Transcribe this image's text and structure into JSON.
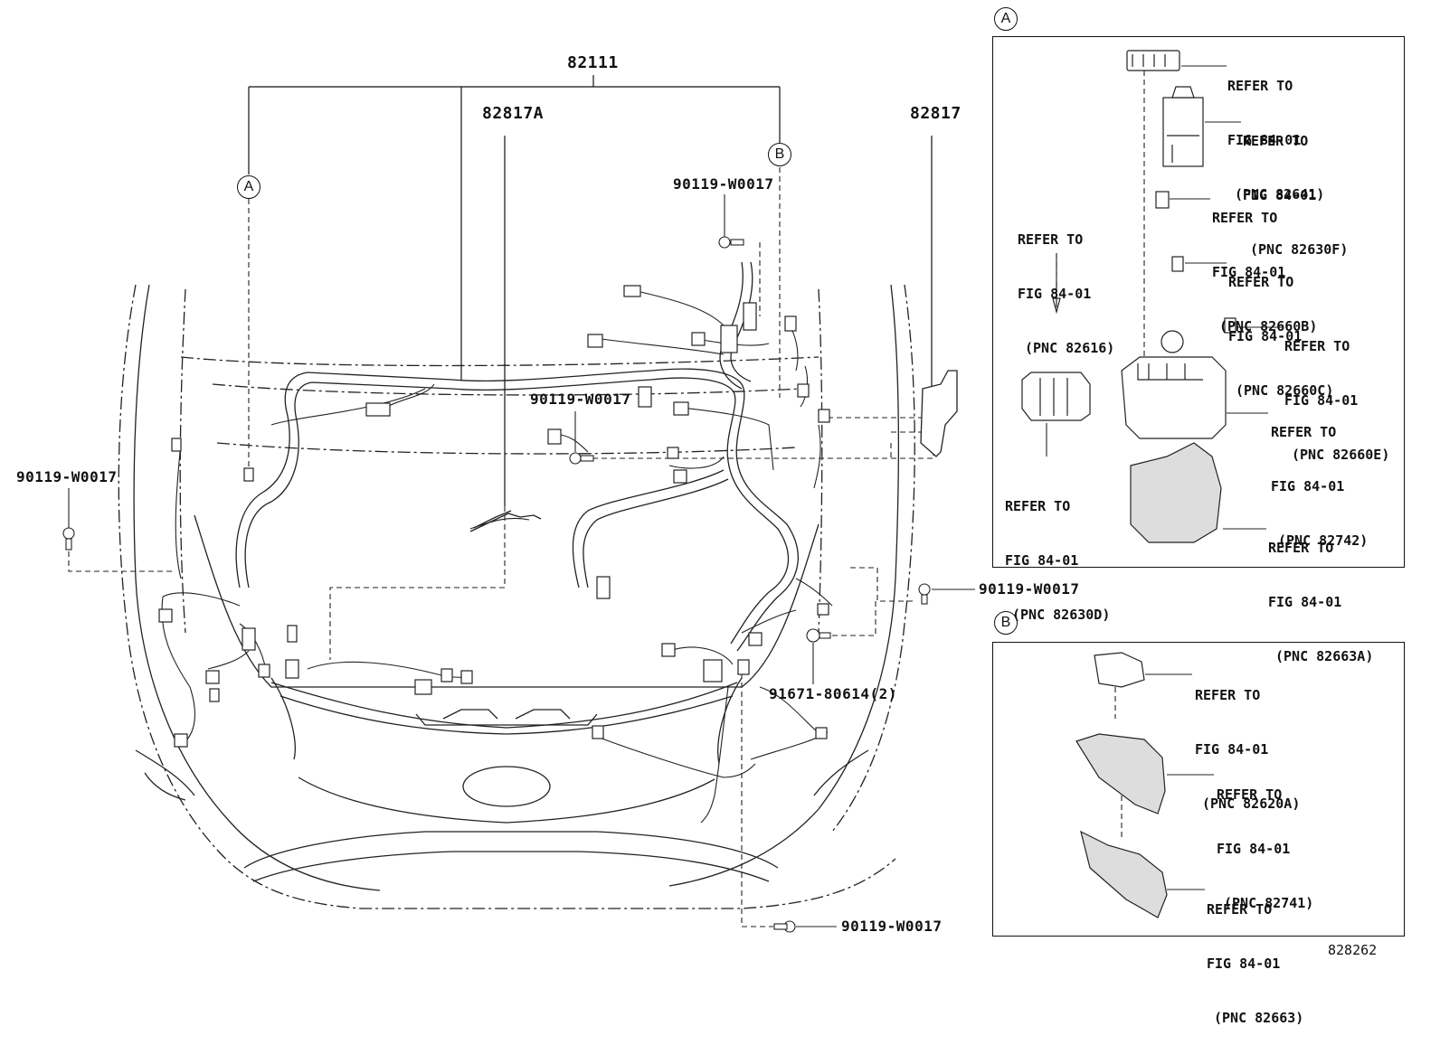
{
  "diagram": {
    "main_part": "82111",
    "harness_left": "82817A",
    "harness_right": "82817",
    "marker_a": "A",
    "marker_b": "B",
    "bolt_label_top": "90119-W0017",
    "bolt_label_center": "90119-W0017",
    "bolt_label_left": "90119-W0017",
    "bolt_label_right": "90119-W0017",
    "bolt_label_bottom": "90119-W0017",
    "clip_label": "91671-80614(2)",
    "figure_code": "828262"
  },
  "panel_a": {
    "marker": "A",
    "refs": [
      {
        "l1": "REFER TO",
        "l2": "FIG 84-01",
        "l3": "(PNC 82641)"
      },
      {
        "l1": "REFER TO",
        "l2": "FIG 84-01",
        "l3": "(PNC 82630F)"
      },
      {
        "l1": "REFER TO",
        "l2": "FIG 84-01",
        "l3": "(PNC 82660B)"
      },
      {
        "l1": "REFER TO",
        "l2": "FIG 84-01",
        "l3": "(PNC 82616)"
      },
      {
        "l1": "REFER TO",
        "l2": "FIG 84-01",
        "l3": "(PNC 82660C)"
      },
      {
        "l1": "REFER TO",
        "l2": "FIG 84-01",
        "l3": "(PNC 82660E)"
      },
      {
        "l1": "REFER TO",
        "l2": "FIG 84-01",
        "l3": "(PNC 82742)"
      },
      {
        "l1": "REFER TO",
        "l2": "FIG 84-01",
        "l3": "(PNC 82630D)"
      },
      {
        "l1": "REFER TO",
        "l2": "FIG 84-01",
        "l3": "(PNC 82663A)"
      }
    ]
  },
  "panel_b": {
    "marker": "B",
    "refs": [
      {
        "l1": "REFER TO",
        "l2": "FIG 84-01",
        "l3": "(PNC 82620A)"
      },
      {
        "l1": "REFER TO",
        "l2": "FIG 84-01",
        "l3": "(PNC 82741)"
      },
      {
        "l1": "REFER TO",
        "l2": "FIG 84-01",
        "l3": "(PNC 82663)"
      }
    ]
  }
}
